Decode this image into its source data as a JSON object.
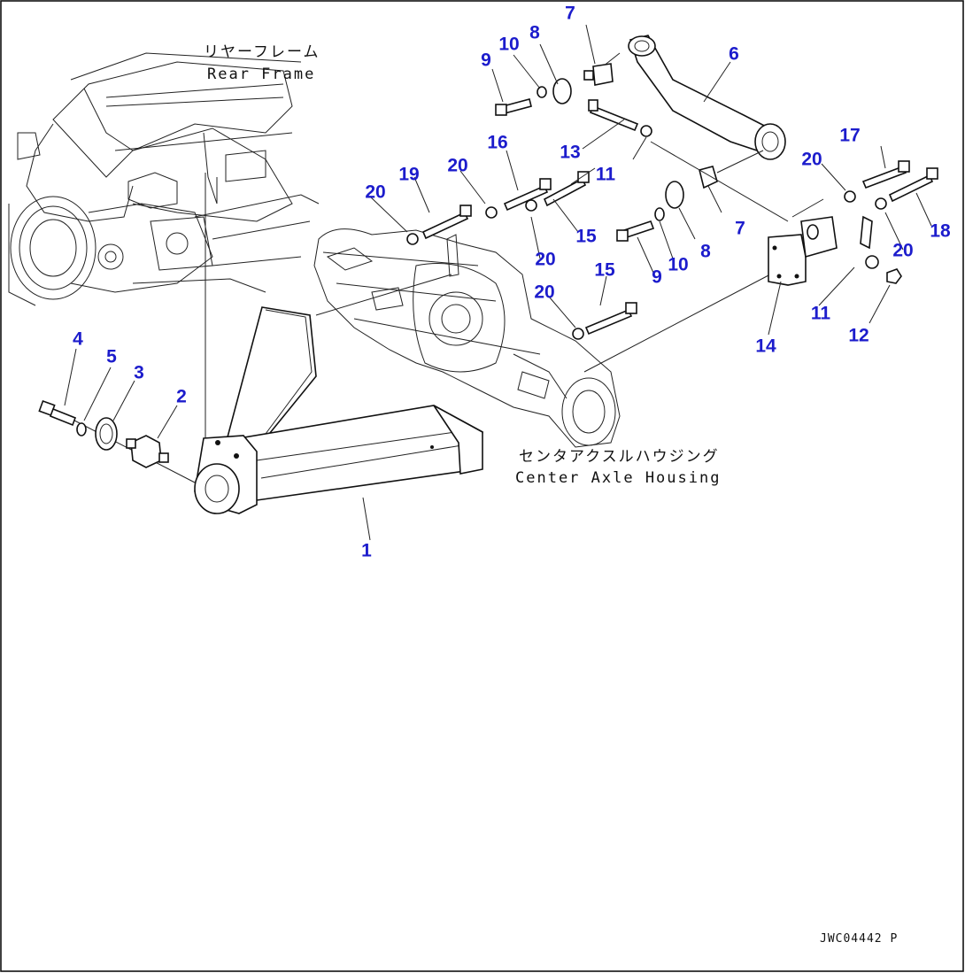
{
  "captions": {
    "rear_frame_jp": "リヤーフレーム",
    "rear_frame_en": "Rear Frame",
    "center_axle_jp": "センタアクスルハウジング",
    "center_axle_en": "Center Axle Housing"
  },
  "doc_id": "JWC04442 P",
  "callout_color": "#1c1ccc",
  "callouts": [
    {
      "id": "c1",
      "label": "1"
    },
    {
      "id": "c2",
      "label": "2"
    },
    {
      "id": "c3",
      "label": "3"
    },
    {
      "id": "c4",
      "label": "4"
    },
    {
      "id": "c5",
      "label": "5"
    },
    {
      "id": "c6",
      "label": "6"
    },
    {
      "id": "c7a",
      "label": "7"
    },
    {
      "id": "c7b",
      "label": "7"
    },
    {
      "id": "c8a",
      "label": "8"
    },
    {
      "id": "c8b",
      "label": "8"
    },
    {
      "id": "c9a",
      "label": "9"
    },
    {
      "id": "c9b",
      "label": "9"
    },
    {
      "id": "c10a",
      "label": "10"
    },
    {
      "id": "c10b",
      "label": "10"
    },
    {
      "id": "c11a",
      "label": "11"
    },
    {
      "id": "c11b",
      "label": "11"
    },
    {
      "id": "c12",
      "label": "12"
    },
    {
      "id": "c13",
      "label": "13"
    },
    {
      "id": "c14",
      "label": "14"
    },
    {
      "id": "c15a",
      "label": "15"
    },
    {
      "id": "c15b",
      "label": "15"
    },
    {
      "id": "c16",
      "label": "16"
    },
    {
      "id": "c17",
      "label": "17"
    },
    {
      "id": "c18",
      "label": "18"
    },
    {
      "id": "c19",
      "label": "19"
    },
    {
      "id": "c20a",
      "label": "20"
    },
    {
      "id": "c20b",
      "label": "20"
    },
    {
      "id": "c20c",
      "label": "20"
    },
    {
      "id": "c20d",
      "label": "20"
    },
    {
      "id": "c20e",
      "label": "20"
    },
    {
      "id": "c20f",
      "label": "20"
    }
  ]
}
